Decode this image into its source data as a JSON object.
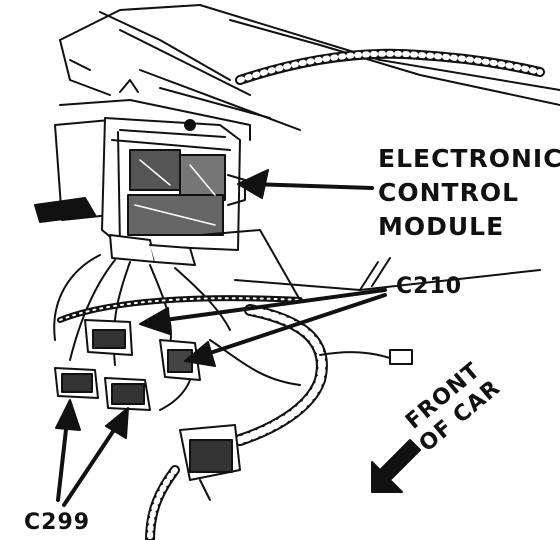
{
  "labels": {
    "ecm_line1": "ELECTRONIC",
    "ecm_line2": "CONTROL",
    "ecm_line3": "MODULE",
    "c210": "C210",
    "c299": "C299",
    "front_line1": "FRONT",
    "front_line2": "OF CAR"
  },
  "colors": {
    "ink": "#111111",
    "paper": "#ffffff"
  }
}
